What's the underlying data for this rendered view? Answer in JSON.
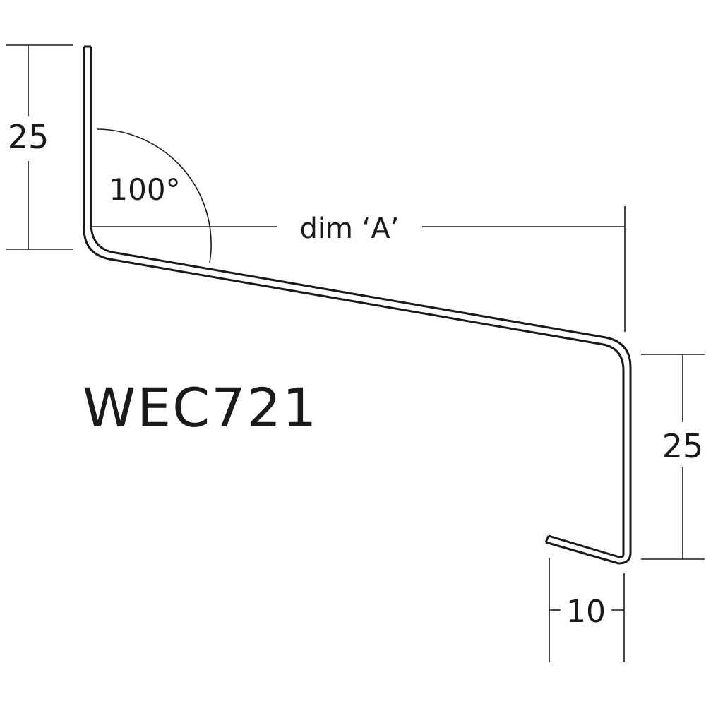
{
  "profile": {
    "code": "WEC721"
  },
  "dimensions": {
    "top_leg_height": "25",
    "bend_angle": "100°",
    "width_label": "dim ‘A’",
    "drop_leg_height": "25",
    "return_width": "10"
  },
  "colors": {
    "stroke": "#1a1a1a",
    "background": "#ffffff"
  }
}
